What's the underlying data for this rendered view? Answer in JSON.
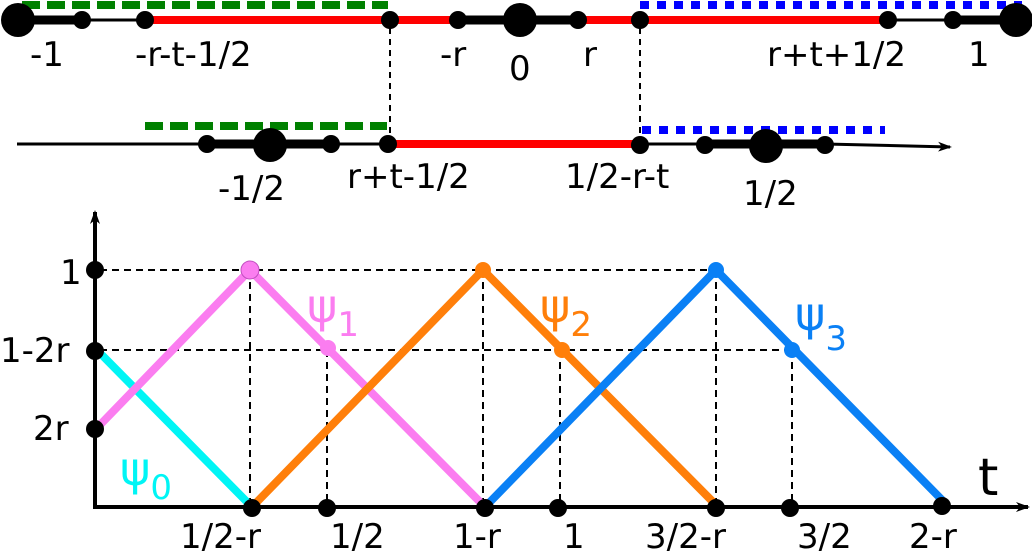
{
  "top_line": {
    "labels": {
      "minus_one": "-1",
      "minus_r_t_half": "-r-t-1/2",
      "minus_r": "-r",
      "zero": "0",
      "r": "r",
      "r_t_half": "r+t+1/2",
      "one": "1"
    }
  },
  "second_line": {
    "labels": {
      "minus_half": "-1/2",
      "r_t_minus_half": "r+t-1/2",
      "half_minus_r_t": "1/2-r-t",
      "half": "1/2"
    }
  },
  "graph": {
    "y_ticks": [
      "1",
      "1-2r",
      "2r"
    ],
    "x_ticks": [
      "1/2-r",
      "1/2",
      "1-r",
      "1",
      "3/2-r",
      "3/2",
      "2-r"
    ],
    "x_axis_label": "t",
    "curves": [
      {
        "name": "ψ",
        "sub": "0",
        "color": "#00f5f5"
      },
      {
        "name": "ψ",
        "sub": "1",
        "color": "#fb7df0"
      },
      {
        "name": "ψ",
        "sub": "2",
        "color": "#ff7f0a"
      },
      {
        "name": "ψ",
        "sub": "3",
        "color": "#0a80f5"
      }
    ]
  },
  "colors": {
    "red_interval": "#ff0000",
    "green_dashed": "#008000",
    "blue_dotted": "#0000ff"
  }
}
